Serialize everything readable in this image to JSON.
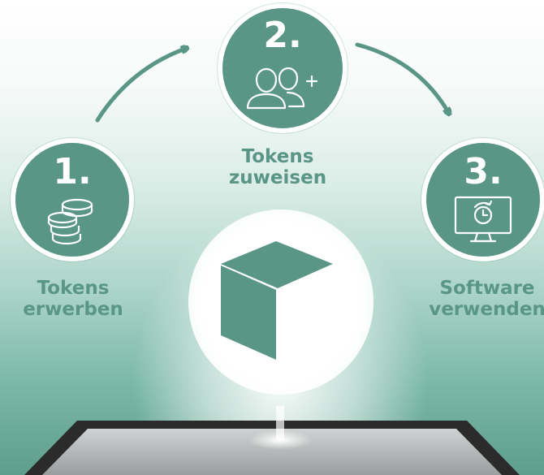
{
  "steps": [
    {
      "number": "1.",
      "label": "Tokens\nerwerben",
      "icon": "coins-icon"
    },
    {
      "number": "2.",
      "label": "Tokens\nzuweisen",
      "icon": "add-users-icon"
    },
    {
      "number": "3.",
      "label": "Software\nverwenden",
      "icon": "monitor-refresh-icon"
    }
  ],
  "center_icon": "cube-icon",
  "device": "tablet",
  "colors": {
    "accent": "#5a9686",
    "white": "#ffffff",
    "tablet": "#2b2b2b"
  }
}
